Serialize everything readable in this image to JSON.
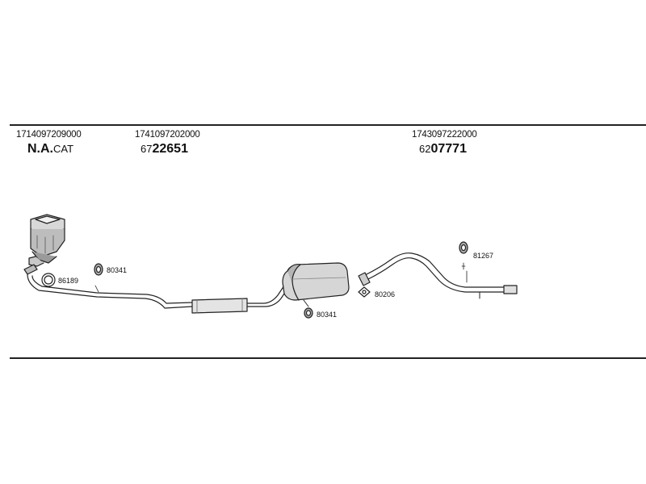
{
  "header": {
    "groups": [
      {
        "part_number": "1714097209000",
        "main": "N.A.",
        "suffix": "CAT"
      },
      {
        "part_number": "1741097202000",
        "prefix": "67",
        "main": "22651"
      },
      {
        "part_number": "1743097222000",
        "prefix": "62",
        "main": "07771"
      }
    ]
  },
  "diagram": {
    "labels": {
      "gasket_front": "86189",
      "clamp_front": "80341",
      "clamp_mid": "80341",
      "gasket_rear": "80206",
      "mount_rear": "81267"
    }
  }
}
